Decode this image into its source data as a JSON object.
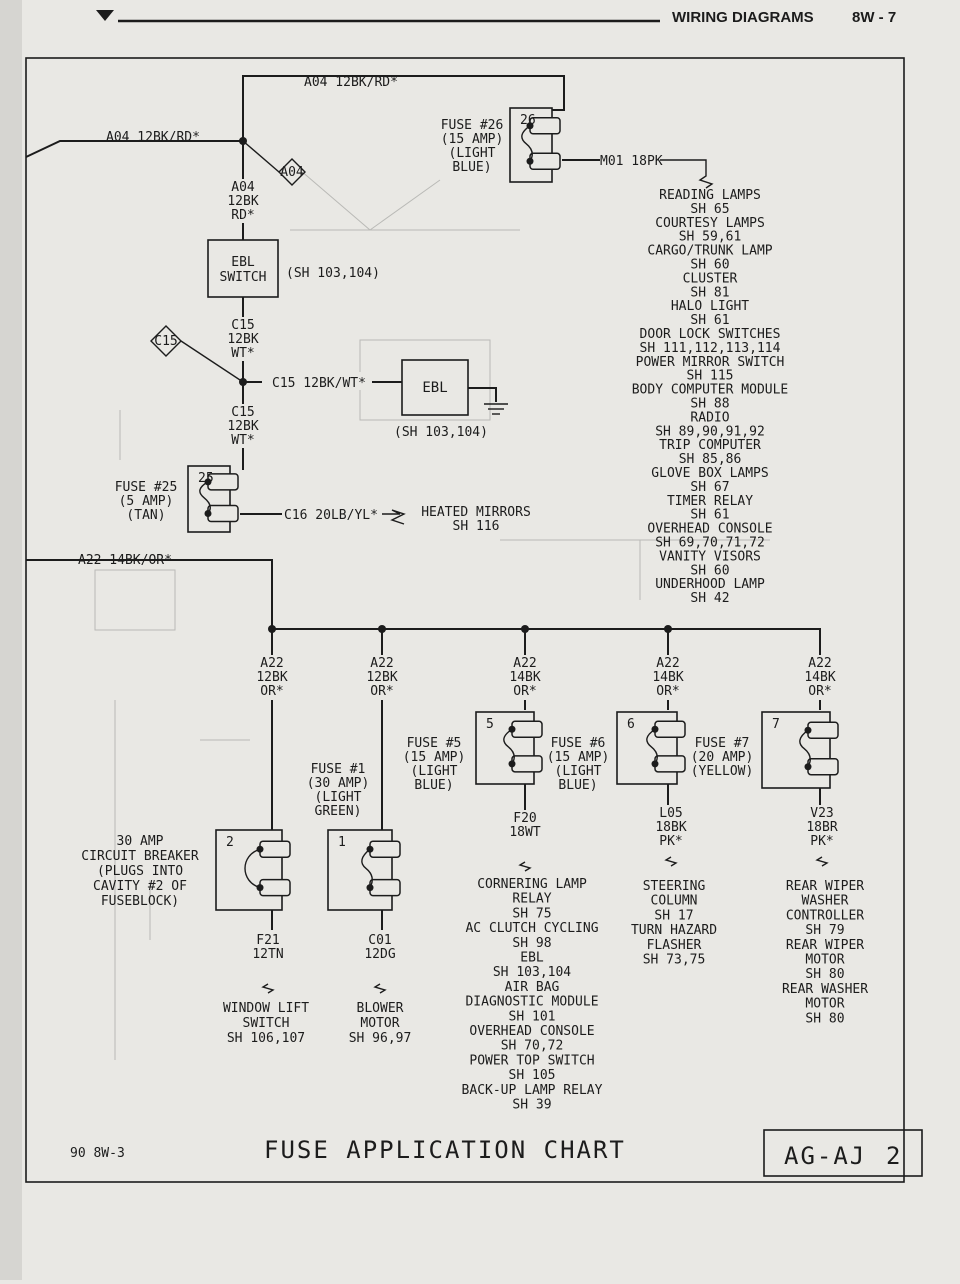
{
  "header": {
    "title": "WIRING DIAGRAMS",
    "page": "8W - 7"
  },
  "footer": {
    "left": "90 8W-3",
    "title": "FUSE APPLICATION CHART",
    "code": "AG-AJ",
    "page": "2"
  },
  "wires": {
    "a04_top": "A04 12BK/RD*",
    "a04_left": "A04 12BK/RD*",
    "a04_tag": "A04",
    "a04_vertical": [
      "A04",
      "12BK",
      "RD*"
    ],
    "c15_upper": [
      "C15",
      "12BK",
      "WT*"
    ],
    "c15_tag": "C15",
    "c15_horizontal": "C15 12BK/WT*",
    "c15_lower": [
      "C15",
      "12BK",
      "WT*"
    ],
    "c16": "C16 20LB/YL*",
    "m01": "M01 18PK",
    "a22_main": "A22 14BK/OR*",
    "a22_branch1": [
      "A22",
      "12BK",
      "OR*"
    ],
    "a22_branch2": [
      "A22",
      "12BK",
      "OR*"
    ],
    "a22_branch5": [
      "A22",
      "14BK",
      "OR*"
    ],
    "a22_branch6": [
      "A22",
      "14BK",
      "OR*"
    ],
    "a22_branch7": [
      "A22",
      "14BK",
      "OR*"
    ],
    "f21": [
      "F21",
      "12TN"
    ],
    "c01": [
      "C01",
      "12DG"
    ],
    "f20": [
      "F20",
      "18WT"
    ],
    "l05": [
      "L05",
      "18BK",
      "PK*"
    ],
    "v23": [
      "V23",
      "18BR",
      "PK*"
    ]
  },
  "components": {
    "ebl_switch": {
      "label": [
        "EBL",
        "SWITCH"
      ],
      "ref": "(SH 103,104)"
    },
    "ebl": {
      "label": "EBL",
      "ref": "(SH 103,104)"
    },
    "fuse26": {
      "number": "26",
      "label": [
        "FUSE #26",
        "(15 AMP)",
        "(LIGHT",
        "BLUE)"
      ]
    },
    "fuse25": {
      "number": "25",
      "label": [
        "FUSE #25",
        "(5 AMP)",
        "(TAN)"
      ]
    },
    "breaker2": {
      "number": "2",
      "label": [
        "30 AMP",
        "CIRCUIT BREAKER",
        "(PLUGS INTO",
        "CAVITY #2 OF",
        "FUSEBLOCK)"
      ]
    },
    "fuse1": {
      "number": "1",
      "label": [
        "FUSE #1",
        "(30 AMP)",
        "(LIGHT",
        "GREEN)"
      ]
    },
    "fuse5": {
      "number": "5",
      "label": [
        "FUSE #5",
        "(15 AMP)",
        "(LIGHT",
        "BLUE)"
      ]
    },
    "fuse6": {
      "number": "6",
      "label": [
        "FUSE #6",
        "(15 AMP)",
        "(LIGHT",
        "BLUE)"
      ]
    },
    "fuse7": {
      "number": "7",
      "label": [
        "FUSE #7",
        "(20 AMP)",
        "(YELLOW)"
      ]
    }
  },
  "destinations": {
    "heated_mirrors": [
      "HEATED MIRRORS",
      "SH 116"
    ],
    "m01_loads": [
      "READING LAMPS",
      "SH 65",
      "COURTESY LAMPS",
      "SH 59,61",
      "CARGO/TRUNK LAMP",
      "SH 60",
      "CLUSTER",
      "SH 81",
      "HALO LIGHT",
      "SH 61",
      "DOOR LOCK SWITCHES",
      "SH 111,112,113,114",
      "POWER MIRROR SWITCH",
      "SH 115",
      "BODY COMPUTER MODULE",
      "SH 88",
      "RADIO",
      "SH 89,90,91,92",
      "TRIP COMPUTER",
      "SH 85,86",
      "GLOVE BOX LAMPS",
      "SH 67",
      "TIMER RELAY",
      "SH 61",
      "OVERHEAD CONSOLE",
      "SH 69,70,71,72",
      "VANITY VISORS",
      "SH 60",
      "UNDERHOOD LAMP",
      "SH 42"
    ],
    "window_lift": [
      "WINDOW LIFT",
      "SWITCH",
      "SH 106,107"
    ],
    "blower": [
      "BLOWER",
      "MOTOR",
      "SH 96,97"
    ],
    "f20_loads": [
      "CORNERING LAMP",
      "RELAY",
      "SH 75",
      "AC CLUTCH CYCLING",
      "SH 98",
      "EBL",
      "SH 103,104",
      "AIR BAG",
      "DIAGNOSTIC MODULE",
      "SH 101",
      "OVERHEAD CONSOLE",
      "SH 70,72",
      "POWER TOP SWITCH",
      "SH 105",
      "BACK-UP LAMP RELAY",
      "SH 39"
    ],
    "l05_loads": [
      "STEERING",
      "COLUMN",
      "SH 17",
      "TURN HAZARD",
      "FLASHER",
      "SH 73,75"
    ],
    "v23_loads": [
      "REAR WIPER",
      "WASHER",
      "CONTROLLER",
      "SH 79",
      "REAR WIPER",
      "MOTOR",
      "SH 80",
      "REAR WASHER",
      "MOTOR",
      "SH 80"
    ]
  }
}
